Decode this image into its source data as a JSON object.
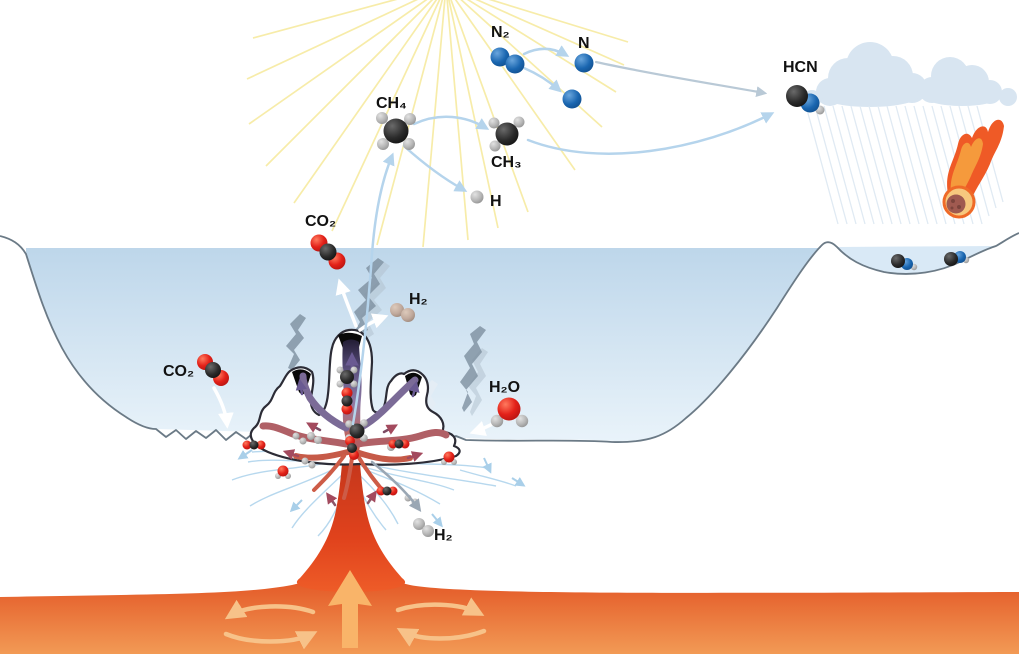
{
  "molecule_labels": {
    "n2": "N₂",
    "n": "N",
    "ch4": "CH₄",
    "ch3": "CH₃",
    "h": "H",
    "hcn": "HCN",
    "co2_atmosphere": "CO₂",
    "co2_ocean": "CO₂",
    "h2_vent": "H₂",
    "h2_crust": "H₂",
    "h2o": "H₂O"
  },
  "palette": {
    "background": "#ffffff",
    "water_top": "#bdd6ea",
    "water_bottom": "#e9f3fa",
    "pond_water": "#d9e9f6",
    "outline_gray": "#6b7a86",
    "sun_ray_yellow": "#f7eca9",
    "cloud_blue": "#d8e5f1",
    "rain_blue": "#e0eaf3",
    "magma_top": "#e0491c",
    "magma_bottom": "#f29a55",
    "magma_arrow_orange": "#f9b469",
    "vent_plume_purple": "#7b6b97",
    "vent_plume_red": "#cc5343",
    "smoke_gray": "#7e90a0",
    "vein_blue": "#b7d8ee",
    "nitrogen_blue": "#1a66b0",
    "carbon_black": "#2b2b2b",
    "oxygen_red": "#e32119",
    "hydrogen_gray": "#b5b5b5",
    "meteor_flame": "#ef5a26",
    "meteor_core": "#a05a50"
  }
}
